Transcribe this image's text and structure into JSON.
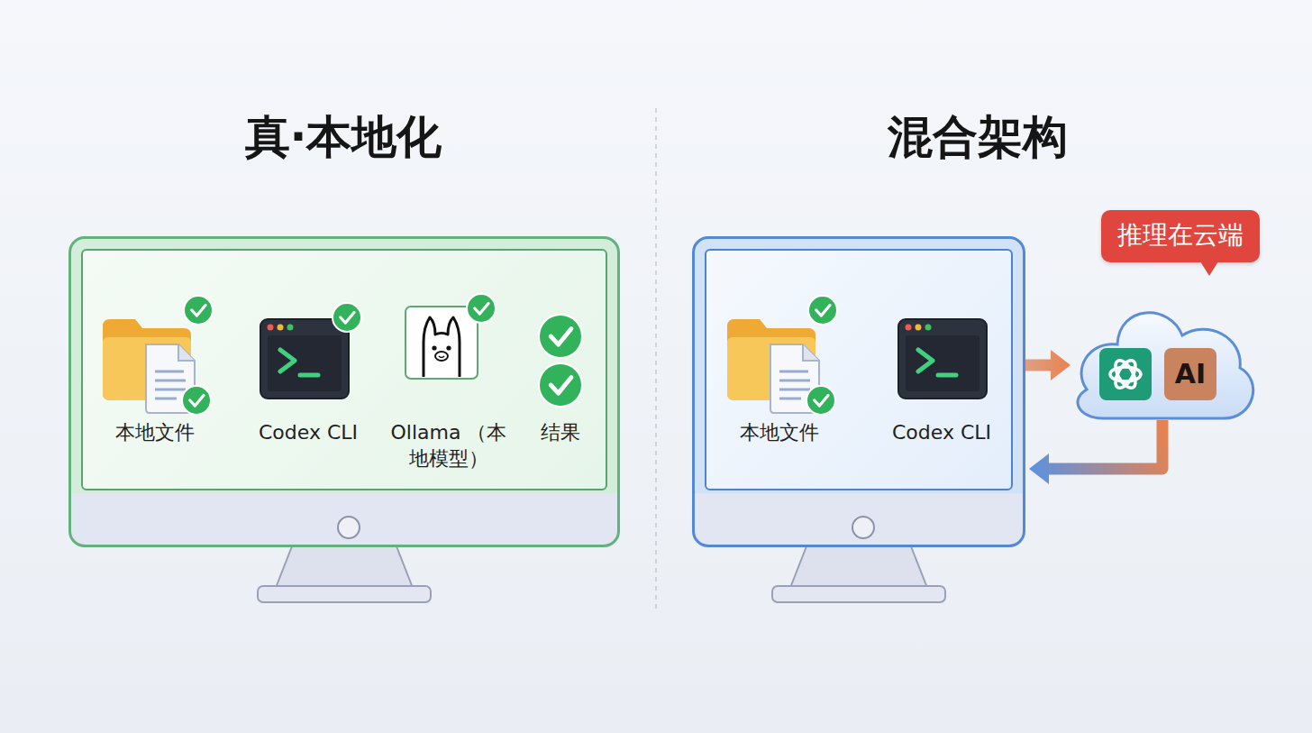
{
  "diagram": {
    "nodes": [
      {
        "text": [
          "真·本地化"
        ]
      },
      {
        "text": [
          "本地文件"
        ],
        "in": 0
      },
      {
        "text": [
          "Codex CLI"
        ],
        "in": 0
      },
      {
        "text": [
          "Ollama （本地模型）"
        ],
        "in": 0
      },
      {
        "text": [
          "结果"
        ],
        "in": 0
      },
      {
        "text": [
          "混合架构"
        ]
      },
      {
        "text": [
          "本地文件"
        ],
        "in": 5
      },
      {
        "text": [
          "Codex CLI"
        ],
        "in": 5
      },
      {
        "text": [
          "AI"
        ]
      },
      {
        "text": [
          "推理在云端"
        ]
      }
    ],
    "edges": [
      {
        "from": 1,
        "to": 2,
        "arrow": "to"
      },
      {
        "from": 2,
        "to": 3,
        "arrow": "to"
      },
      {
        "from": 3,
        "to": 4,
        "arrow": "to"
      },
      {
        "from": 6,
        "to": 7,
        "arrow": "to"
      },
      {
        "from": 7,
        "to": 8,
        "arrow": "to"
      },
      {
        "from": 8,
        "to": 5,
        "arrow": "to"
      }
    ]
  }
}
